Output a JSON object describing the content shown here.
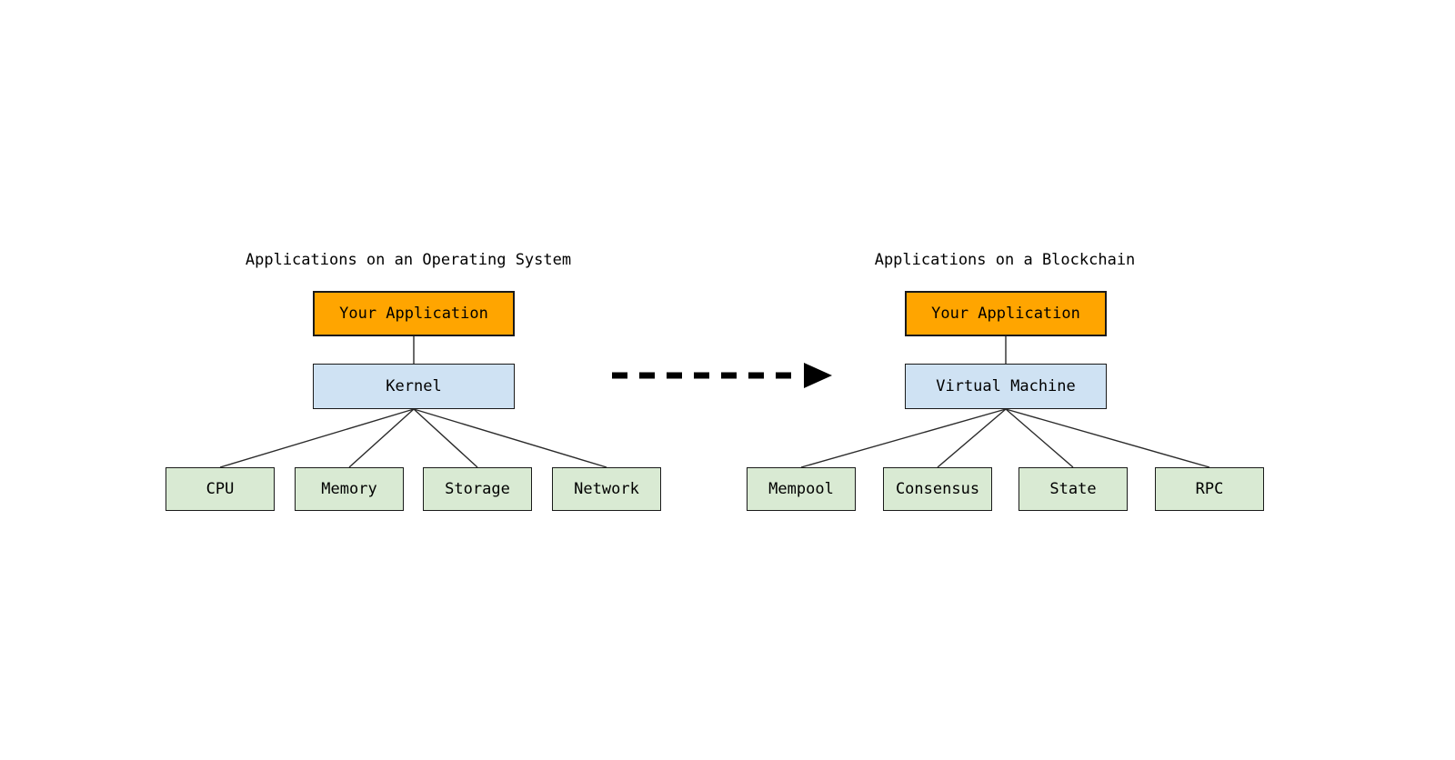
{
  "colors": {
    "background": "#ffffff",
    "app_box_fill": "#ffa500",
    "platform_box_fill": "#cfe2f3",
    "component_box_fill": "#d9ead3",
    "box_border": "#1a1a1a",
    "connector_line": "#2b2b2b",
    "arrow": "#000000",
    "text": "#000000"
  },
  "left_diagram": {
    "title": "Applications on an Operating System",
    "app_box": "Your Application",
    "platform_box": "Kernel",
    "components": [
      "CPU",
      "Memory",
      "Storage",
      "Network"
    ]
  },
  "right_diagram": {
    "title": "Applications on a Blockchain",
    "app_box": "Your Application",
    "platform_box": "Virtual Machine",
    "components": [
      "Mempool",
      "Consensus",
      "State",
      "RPC"
    ]
  },
  "arrow": {
    "icon": "dashed-right-arrow",
    "direction": "right"
  }
}
